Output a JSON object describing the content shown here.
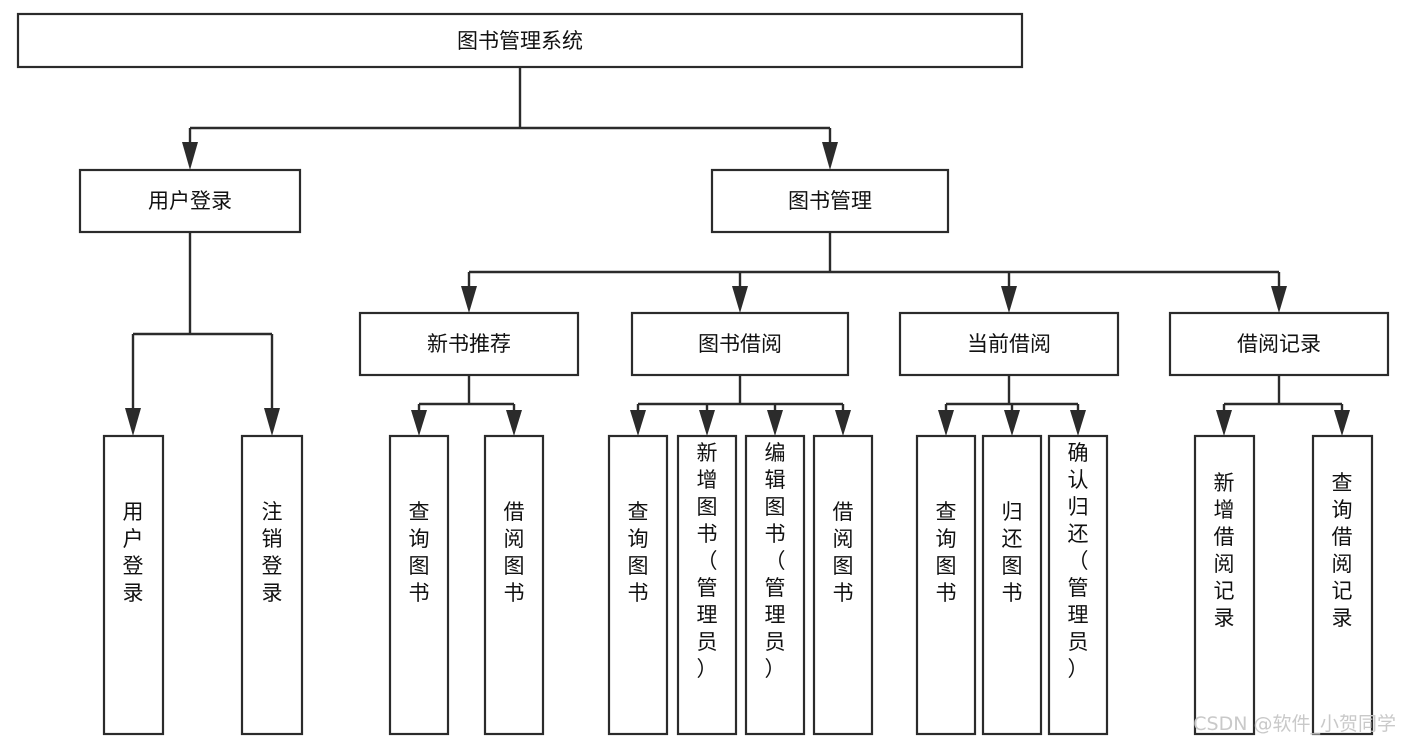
{
  "diagram": {
    "title": "图书管理系统",
    "type": "hierarchy-tree",
    "orientation": "top-down",
    "colors": {
      "stroke": "#2b2b2b",
      "box_fill": "#ffffff",
      "text": "#111111",
      "background": "#ffffff",
      "watermark": "#c9c9c9"
    },
    "levels": [
      {
        "level": 1,
        "nodes": [
          {
            "id": "root",
            "label": "图书管理系统",
            "orientation": "horizontal"
          }
        ]
      },
      {
        "level": 2,
        "nodes": [
          {
            "id": "user-login",
            "label": "用户登录",
            "orientation": "horizontal",
            "parent": "root"
          },
          {
            "id": "book-manage",
            "label": "图书管理",
            "orientation": "horizontal",
            "parent": "root"
          }
        ]
      },
      {
        "level": 3,
        "nodes": [
          {
            "id": "new-book-rec",
            "label": "新书推荐",
            "orientation": "horizontal",
            "parent": "book-manage"
          },
          {
            "id": "book-borrow",
            "label": "图书借阅",
            "orientation": "horizontal",
            "parent": "book-manage"
          },
          {
            "id": "current-borrow",
            "label": "当前借阅",
            "orientation": "horizontal",
            "parent": "book-manage"
          },
          {
            "id": "borrow-record",
            "label": "借阅记录",
            "orientation": "horizontal",
            "parent": "book-manage"
          }
        ]
      },
      {
        "level": 4,
        "nodes": [
          {
            "id": "leaf-user-login",
            "label": "用户登录",
            "orientation": "vertical",
            "parent": "user-login"
          },
          {
            "id": "leaf-user-logout",
            "label": "注销登录",
            "orientation": "vertical",
            "parent": "user-login"
          },
          {
            "id": "leaf-query-book-1",
            "label": "查询图书",
            "orientation": "vertical",
            "parent": "new-book-rec"
          },
          {
            "id": "leaf-borrow-book-1",
            "label": "借阅图书",
            "orientation": "vertical",
            "parent": "new-book-rec"
          },
          {
            "id": "leaf-query-book-2",
            "label": "查询图书",
            "orientation": "vertical",
            "parent": "book-borrow"
          },
          {
            "id": "leaf-add-book",
            "label": "新增图书（管理员）",
            "orientation": "vertical",
            "parent": "book-borrow"
          },
          {
            "id": "leaf-edit-book",
            "label": "编辑图书（管理员）",
            "orientation": "vertical",
            "parent": "book-borrow"
          },
          {
            "id": "leaf-borrow-book-2",
            "label": "借阅图书",
            "orientation": "vertical",
            "parent": "book-borrow"
          },
          {
            "id": "leaf-query-book-3",
            "label": "查询图书",
            "orientation": "vertical",
            "parent": "current-borrow"
          },
          {
            "id": "leaf-return-book",
            "label": "归还图书",
            "orientation": "vertical",
            "parent": "current-borrow"
          },
          {
            "id": "leaf-confirm-return",
            "label": "确认归还（管理员）",
            "orientation": "vertical",
            "parent": "current-borrow"
          },
          {
            "id": "leaf-add-record",
            "label": "新增借阅记录",
            "orientation": "vertical",
            "parent": "borrow-record"
          },
          {
            "id": "leaf-query-record",
            "label": "查询借阅记录",
            "orientation": "vertical",
            "parent": "borrow-record"
          }
        ]
      }
    ]
  },
  "watermark": {
    "text": "CSDN @软件_小贺同学"
  }
}
